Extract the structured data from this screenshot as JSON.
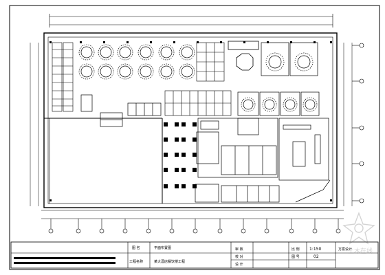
{
  "drawing": {
    "title_block": {
      "field_label_1": "图 名",
      "field_value_1": "平面布置图",
      "field_label_2": "工程名称",
      "field_value_2": "某大酒店餐饮楼工程",
      "check_labels": [
        "审 核",
        "校 对",
        "设 计"
      ],
      "scale_label": "比 例",
      "scale_value": "1:150",
      "sheet_label": "图 号",
      "sheet_value": "02",
      "stage_value": "方案设计"
    },
    "watermark_text": "土木在线",
    "colors": {
      "ink": "#000000",
      "paper": "#ffffff"
    }
  }
}
